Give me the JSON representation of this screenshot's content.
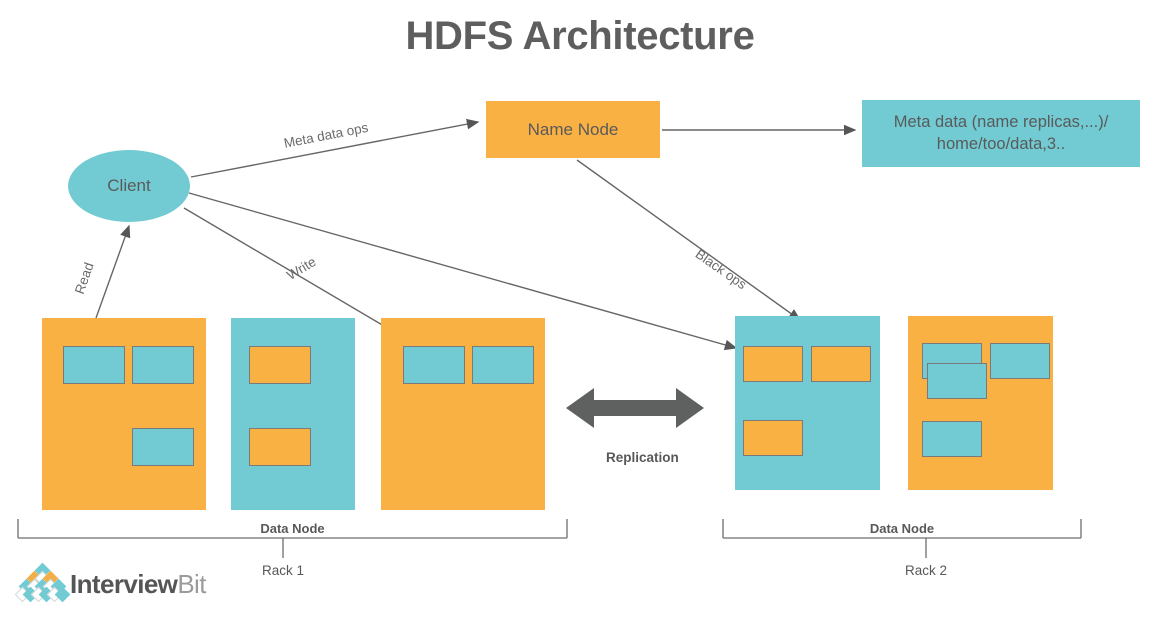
{
  "title": "HDFS Architecture",
  "nodes": {
    "name_node": "Name Node",
    "meta_data": "Meta data (name replicas,...)/ home/too/data,3..",
    "client": "Client"
  },
  "edges": [
    {
      "label": "Meta data ops"
    },
    {
      "label": "Black ops"
    },
    {
      "label": "Read"
    },
    {
      "label": "Write"
    }
  ],
  "edge_labels": {
    "meta_data_ops": "Meta data ops",
    "black_ops": "Black ops",
    "read": "Read",
    "write": "Write",
    "replication": "Replication"
  },
  "racks": [
    {
      "rack_label": "Rack 1",
      "bracket_label": "Data Node",
      "data_nodes": [
        {
          "fill": "orange",
          "blocks": [
            "teal",
            "teal",
            "teal"
          ]
        },
        {
          "fill": "teal",
          "blocks": [
            "orange",
            "orange"
          ]
        },
        {
          "fill": "orange",
          "blocks": [
            "teal",
            "teal"
          ]
        }
      ]
    },
    {
      "rack_label": "Rack 2",
      "bracket_label": "Data Node",
      "data_nodes": [
        {
          "fill": "teal",
          "blocks": [
            "orange",
            "orange",
            "orange"
          ]
        },
        {
          "fill": "orange",
          "blocks": [
            "teal",
            "teal",
            "teal",
            "teal"
          ]
        }
      ]
    }
  ],
  "colors": {
    "orange": "#F9B144",
    "teal": "#72CBD3",
    "arrow": "#5a5a5a",
    "text": "#5a5a5a",
    "background": "#FFFFFF"
  },
  "logo": {
    "name_bold": "Interview",
    "name_light": "Bit"
  }
}
